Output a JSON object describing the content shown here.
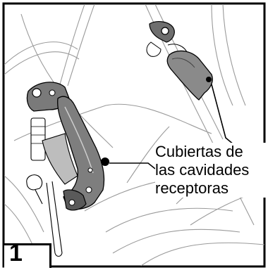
{
  "figure": {
    "step_number": "1",
    "callout_lines": [
      "Cubiertas de",
      "las cavidades",
      "receptoras"
    ]
  }
}
